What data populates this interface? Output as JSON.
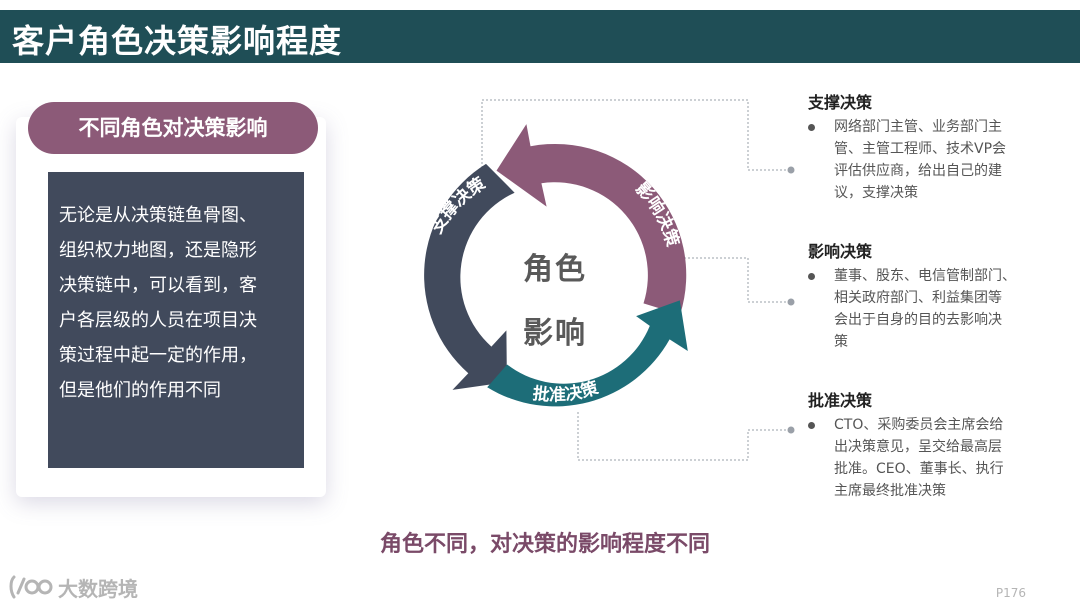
{
  "header": {
    "title": "客户角色决策影响程度"
  },
  "left_card": {
    "pill_label": "不同角色对决策影响",
    "lines": [
      "无论是从决策链鱼骨图、",
      "组织权力地图，还是隐形",
      "决策链中，可以看到，客",
      "户各层级的人员在项目决",
      "策过程中起一定的作用，",
      "但是他们的作用不同"
    ]
  },
  "cycle": {
    "center_line1": "角色",
    "center_line2": "影响",
    "labels": {
      "support": "支撑决策",
      "influence": "影响决策",
      "approve": "批准决策"
    }
  },
  "sections": [
    {
      "title": "支撑决策",
      "lines": [
        "网络部门主管、业务部门主",
        "管、主管工程师、技术VP会",
        "评估供应商，给出自己的建",
        "议，支撑决策"
      ]
    },
    {
      "title": "影响决策",
      "lines": [
        "董事、股东、电信管制部门、",
        "相关政府部门、利益集团等",
        "会出于自身的目的去影响决",
        "策"
      ]
    },
    {
      "title": "批准决策",
      "lines": [
        "CTO、采购委员会主席会给",
        "出决策意见，呈交给最高层",
        "批准。CEO、董事长、执行",
        "主席最终批准决策"
      ]
    }
  ],
  "conclusion": "角色不同，对决策的影响程度不同",
  "footer": {
    "logo_text": "大数跨境",
    "page_number": "P176"
  },
  "colors": {
    "title_bar": "#1f4e56",
    "purple": "#8c5a78",
    "navy": "#414a5c",
    "teal": "#1d6d78"
  }
}
